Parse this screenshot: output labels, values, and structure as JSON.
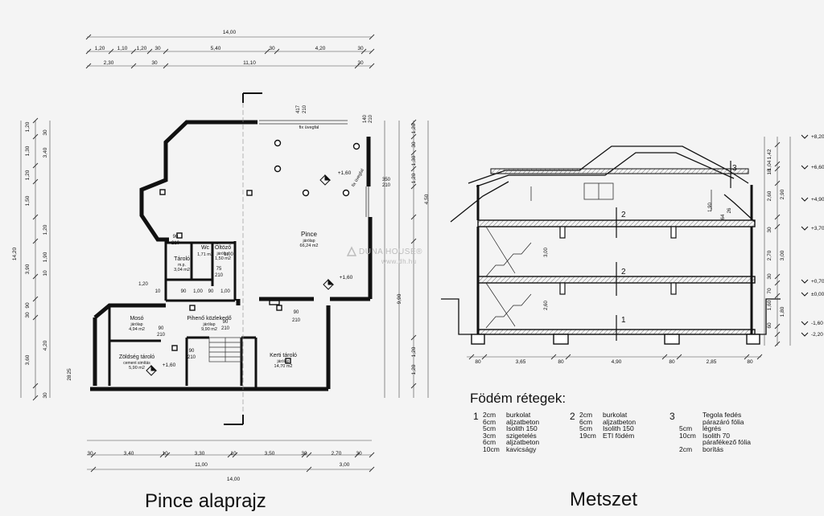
{
  "captions": {
    "left": "Pince alaprajz",
    "right": "Metszet"
  },
  "watermark": {
    "brand": "DUNA HOUSE®",
    "url": "www.dh.hu"
  },
  "plan": {
    "dims_top_row1": [
      "1,20",
      "1,10",
      "1,20",
      "30",
      "5,40",
      "30",
      "4,20",
      "30"
    ],
    "dims_top_row2": [
      "2,30",
      "30",
      "11,10",
      "30"
    ],
    "dim_total_top": "14,00",
    "dims_bottom_row1": [
      "30",
      "3,40",
      "10",
      "3,30",
      "10",
      "3,50",
      "30",
      "2,70",
      "30"
    ],
    "dims_bottom_row2": [
      "11,00",
      "3,00"
    ],
    "dim_total_bottom": "14,00",
    "dims_left_outer": [
      "1,20",
      "30",
      "3,40",
      "1,20",
      "1,30",
      "1,50",
      "3,90",
      "1,20",
      "1,90",
      "10",
      "90",
      "30",
      "4,20",
      "3,60",
      "25",
      "28",
      "30"
    ],
    "dims_right": [
      "1,20",
      "30",
      "1,30",
      "1,20",
      "4,50",
      "9,90",
      "1,20",
      "1,20"
    ],
    "door_labels": [
      "417",
      "210",
      "140",
      "210",
      "350",
      "210",
      "90",
      "210",
      "90",
      "210",
      "90",
      "210",
      "90",
      "210",
      "75",
      "210",
      "90",
      "210"
    ],
    "window_labels": [
      "fix üvegfal",
      "fix üvegfal"
    ],
    "rooms": [
      {
        "name": "Pince",
        "floor": "járólap",
        "area": "66,24 m2"
      },
      {
        "name": "Tároló",
        "floor": "m.p.",
        "area": "3,04 m2"
      },
      {
        "name": "Wc",
        "floor": "",
        "area": "1,71 m2"
      },
      {
        "name": "Öltöző",
        "floor": "járólap",
        "area": "1,50 m2"
      },
      {
        "name": "Mosó",
        "floor": "járólap",
        "area": "4,94 m2"
      },
      {
        "name": "Pihenő közlekedő",
        "floor": "járólap",
        "area": "9,90 m2"
      },
      {
        "name": "Zöldség tároló",
        "floor": "cement simítás",
        "area": "5,90 m2"
      },
      {
        "name": "Kerti tároló",
        "floor": "járólap",
        "area": "14,70 m2"
      }
    ],
    "levels": [
      "+1,60",
      "+1,60",
      "+1,60"
    ],
    "inner_dims": [
      "1,20",
      "90",
      "1,00",
      "1,00",
      "90",
      "10",
      "1,00"
    ]
  },
  "section": {
    "elev_labels": [
      "+8,20",
      "+6,60",
      "+4,90",
      "+3,70",
      "+0,70",
      "±0,00",
      "-1,60",
      "-2,20"
    ],
    "right_dims": [
      "1,42",
      "1,04",
      "18",
      "2,60",
      "2,90",
      "30",
      "2,70",
      "3,00",
      "30",
      "70",
      "1,60",
      "1,80",
      "60"
    ],
    "bottom_dims": [
      "80",
      "3,65",
      "80",
      "4,90",
      "80",
      "2,85",
      "80"
    ],
    "inner_labels": [
      "1,90",
      "26",
      "64",
      "3,00",
      "2,60"
    ],
    "layer_markers": [
      "1",
      "2",
      "2",
      "3"
    ]
  },
  "layers": {
    "title": "Födém rétegek:",
    "groups": [
      {
        "num": "1",
        "rows": [
          [
            "2cm",
            "burkolat"
          ],
          [
            "6cm",
            "aljzatbeton"
          ],
          [
            "5cm",
            "Isolith 150"
          ],
          [
            "3cm",
            "szigetelés"
          ],
          [
            "6cm",
            "aljzatbeton"
          ],
          [
            "10cm",
            "kavicságy"
          ]
        ]
      },
      {
        "num": "2",
        "rows": [
          [
            "2cm",
            "burkolat"
          ],
          [
            "6cm",
            "aljzatbeton"
          ],
          [
            "5cm",
            "Isolith 150"
          ],
          [
            "19cm",
            "ETI födém"
          ]
        ]
      },
      {
        "num": "3",
        "rows": [
          [
            "",
            "Tegola fedés"
          ],
          [
            "",
            "párazáró fólia"
          ],
          [
            "5cm",
            "légrés"
          ],
          [
            "10cm",
            "Isolith 70"
          ],
          [
            "",
            "párafékező fólia"
          ],
          [
            "2cm",
            "borítás"
          ]
        ]
      }
    ]
  }
}
